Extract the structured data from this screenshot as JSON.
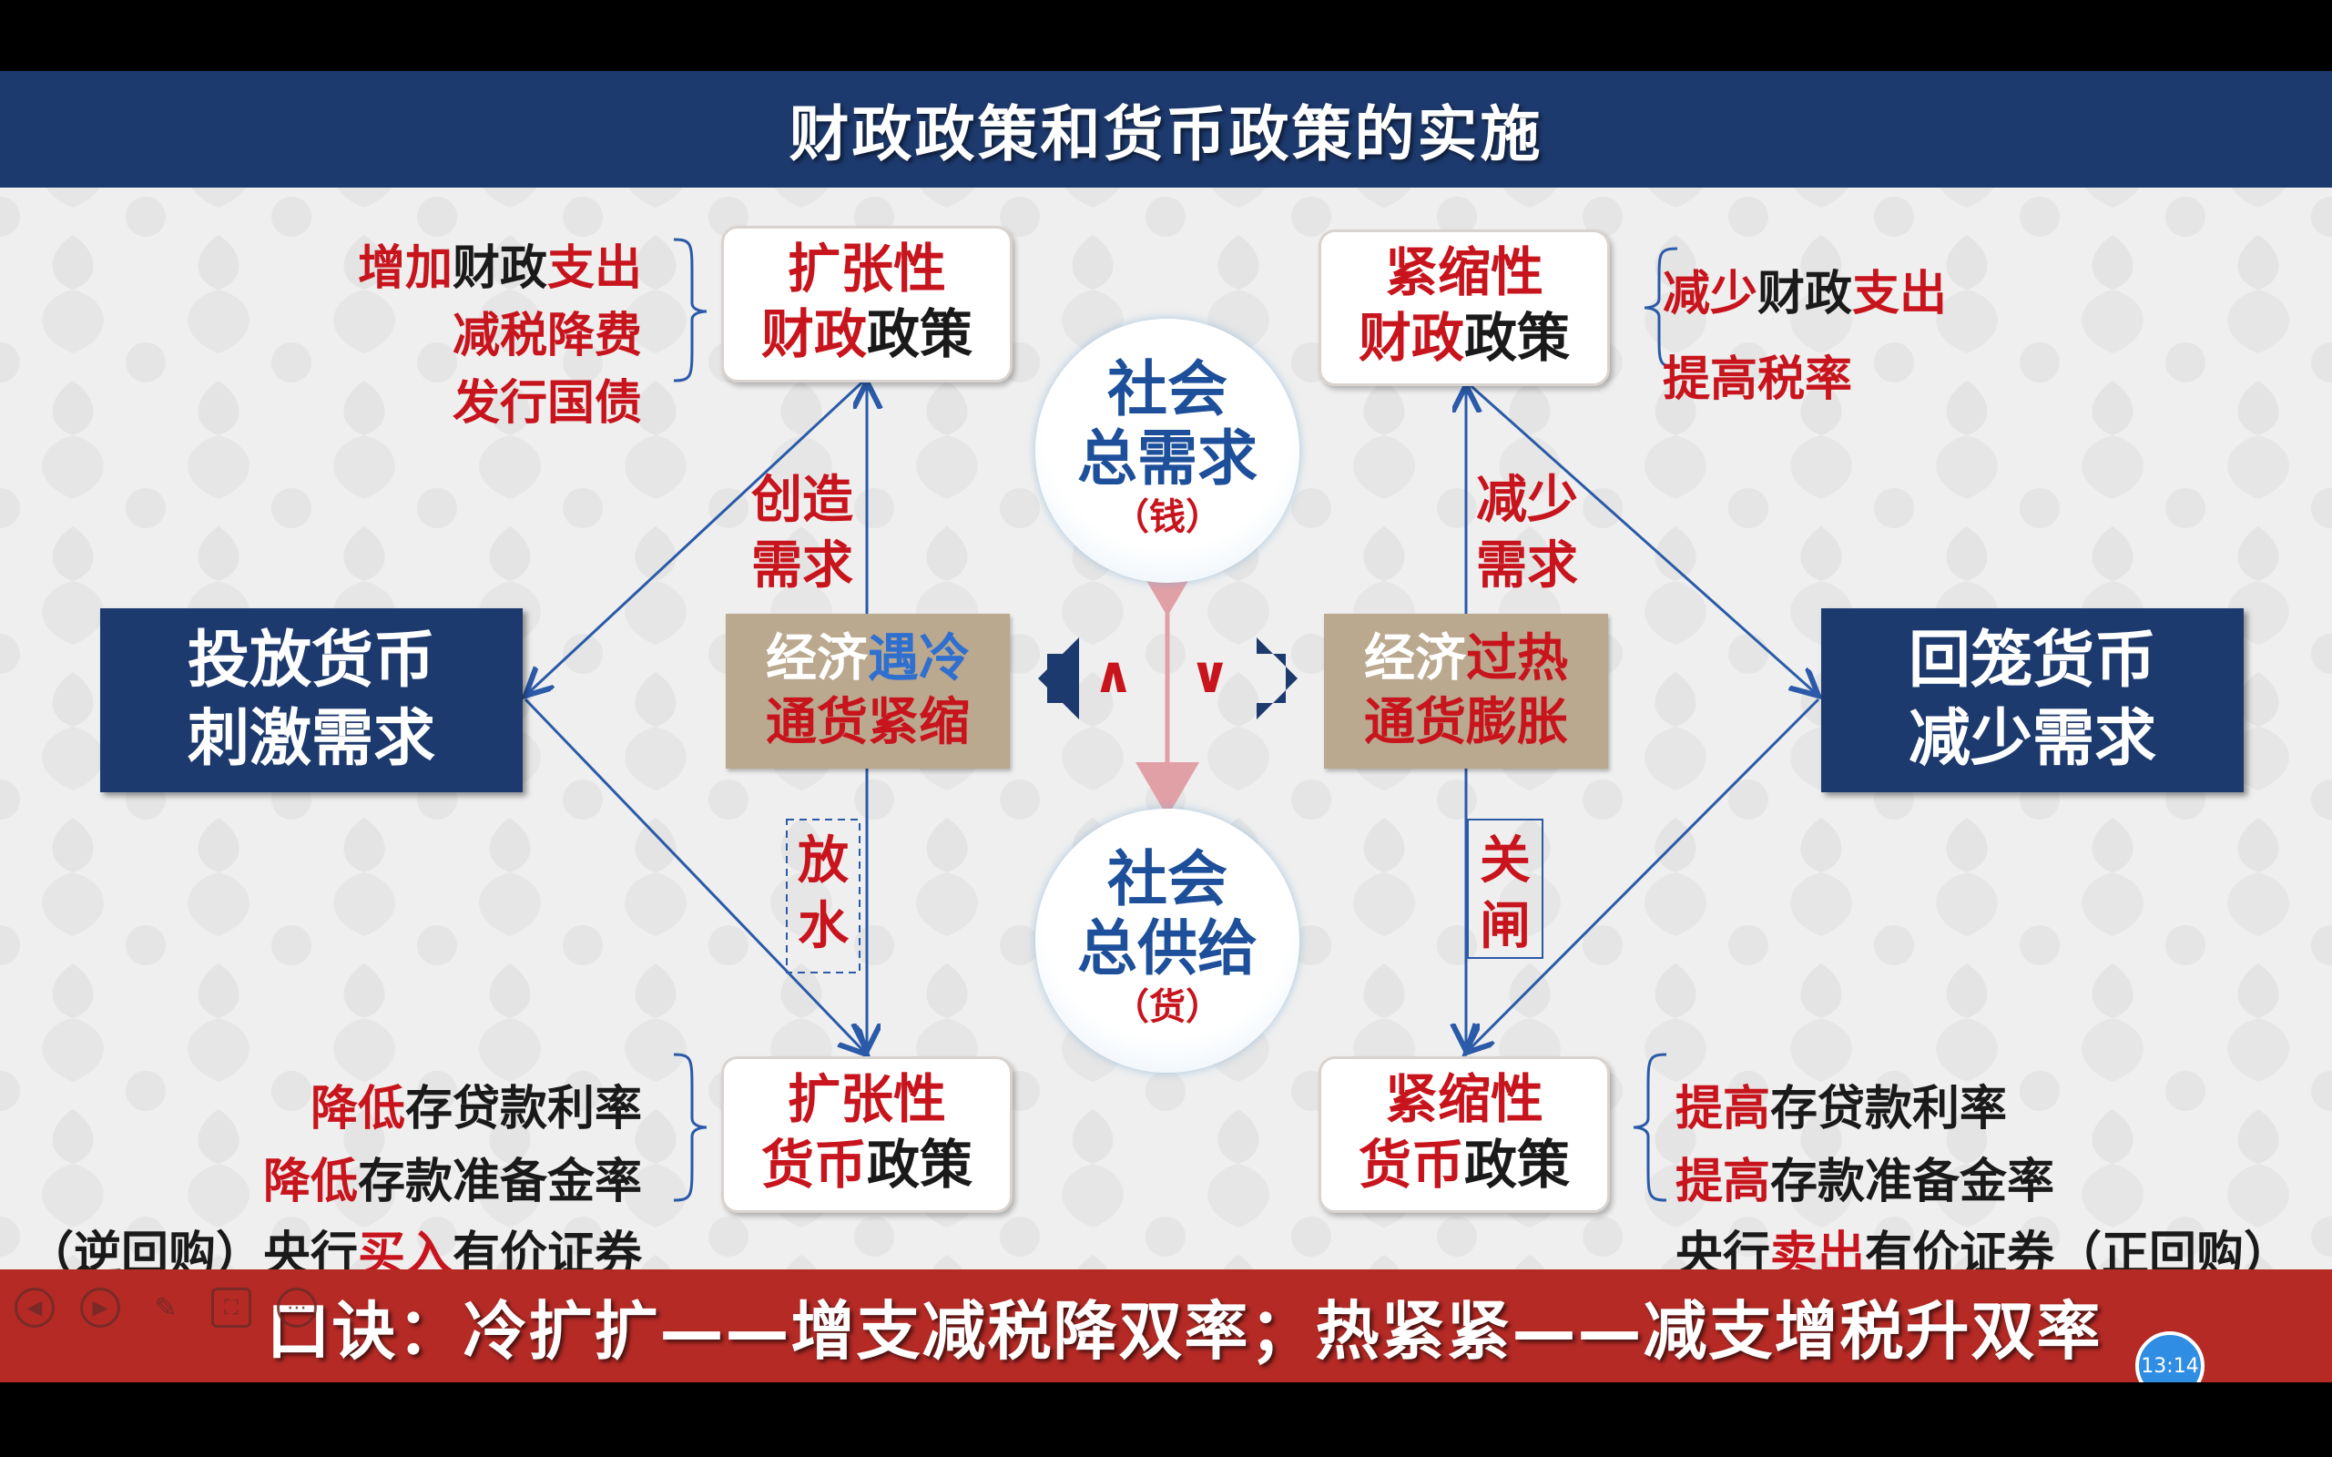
{
  "title": "财政政策和货币政策的实施",
  "top_left_box": {
    "line1": "扩张性",
    "line2_red": "财政",
    "line2_dark": "政策"
  },
  "top_right_box": {
    "line1": "紧缩性",
    "line2_red": "财政",
    "line2_dark": "政策"
  },
  "bottom_left_box": {
    "line1": "扩张性",
    "line2_red": "货币",
    "line2_dark": "政策"
  },
  "bottom_right_box": {
    "line1": "紧缩性",
    "line2_red": "货币",
    "line2_dark": "政策"
  },
  "left_navy": {
    "line1": "投放货币",
    "line2": "刺激需求"
  },
  "right_navy": {
    "line1": "回笼货币",
    "line2": "减少需求"
  },
  "left_tan": {
    "a_dark": "经济",
    "a_blue": "遇冷",
    "b": "通货紧缩"
  },
  "right_tan": {
    "a_dark": "经济",
    "a_red": "过热",
    "b": "通货膨胀"
  },
  "circle_top": {
    "l1": "社会",
    "l2": "总需求",
    "l3": "（钱）"
  },
  "circle_bottom": {
    "l1": "社会",
    "l2": "总供给",
    "l3": "（货）"
  },
  "symbols": {
    "lt": "∧",
    "gt": "∨"
  },
  "labels": {
    "create_demand": [
      "创造",
      "需求"
    ],
    "reduce_demand": [
      "减少",
      "需求"
    ],
    "release": [
      "放",
      "水"
    ],
    "close": [
      "关",
      "闸"
    ]
  },
  "top_left_text": [
    {
      "red1": "增加",
      "dark": "财政",
      "red2": "支出"
    },
    {
      "red1": "减税降费",
      "dark": "",
      "red2": ""
    },
    {
      "red1": "发行国债",
      "dark": "",
      "red2": ""
    }
  ],
  "top_right_text": [
    {
      "red1": "减少",
      "dark": "财政",
      "red2": "支出"
    },
    {
      "red1": "提高税率",
      "dark": "",
      "red2": ""
    }
  ],
  "bottom_left_text": [
    {
      "pre": "",
      "red": "降低",
      "post": "存贷款利率"
    },
    {
      "pre": "",
      "red": "降低",
      "post": "存款准备金率"
    },
    {
      "pre": "（逆回购）央行",
      "red": "买入",
      "post": "有价证券"
    }
  ],
  "bottom_right_text": [
    {
      "pre": "",
      "red": "提高",
      "post": "存贷款利率"
    },
    {
      "pre": "",
      "red": "提高",
      "post": "存款准备金率"
    },
    {
      "pre": "央行",
      "red": "卖出",
      "post": "有价证券（正回购）"
    }
  ],
  "footer": "口诀：冷扩扩——增支减税降双率；热紧紧——减支增税升双率",
  "clock_time": "13:14",
  "colors": {
    "navy": "#1d3a6e",
    "red": "#c8141c",
    "footer": "#b52a25",
    "tan": "#baa88f",
    "blue_text": "#1d4f9a"
  }
}
